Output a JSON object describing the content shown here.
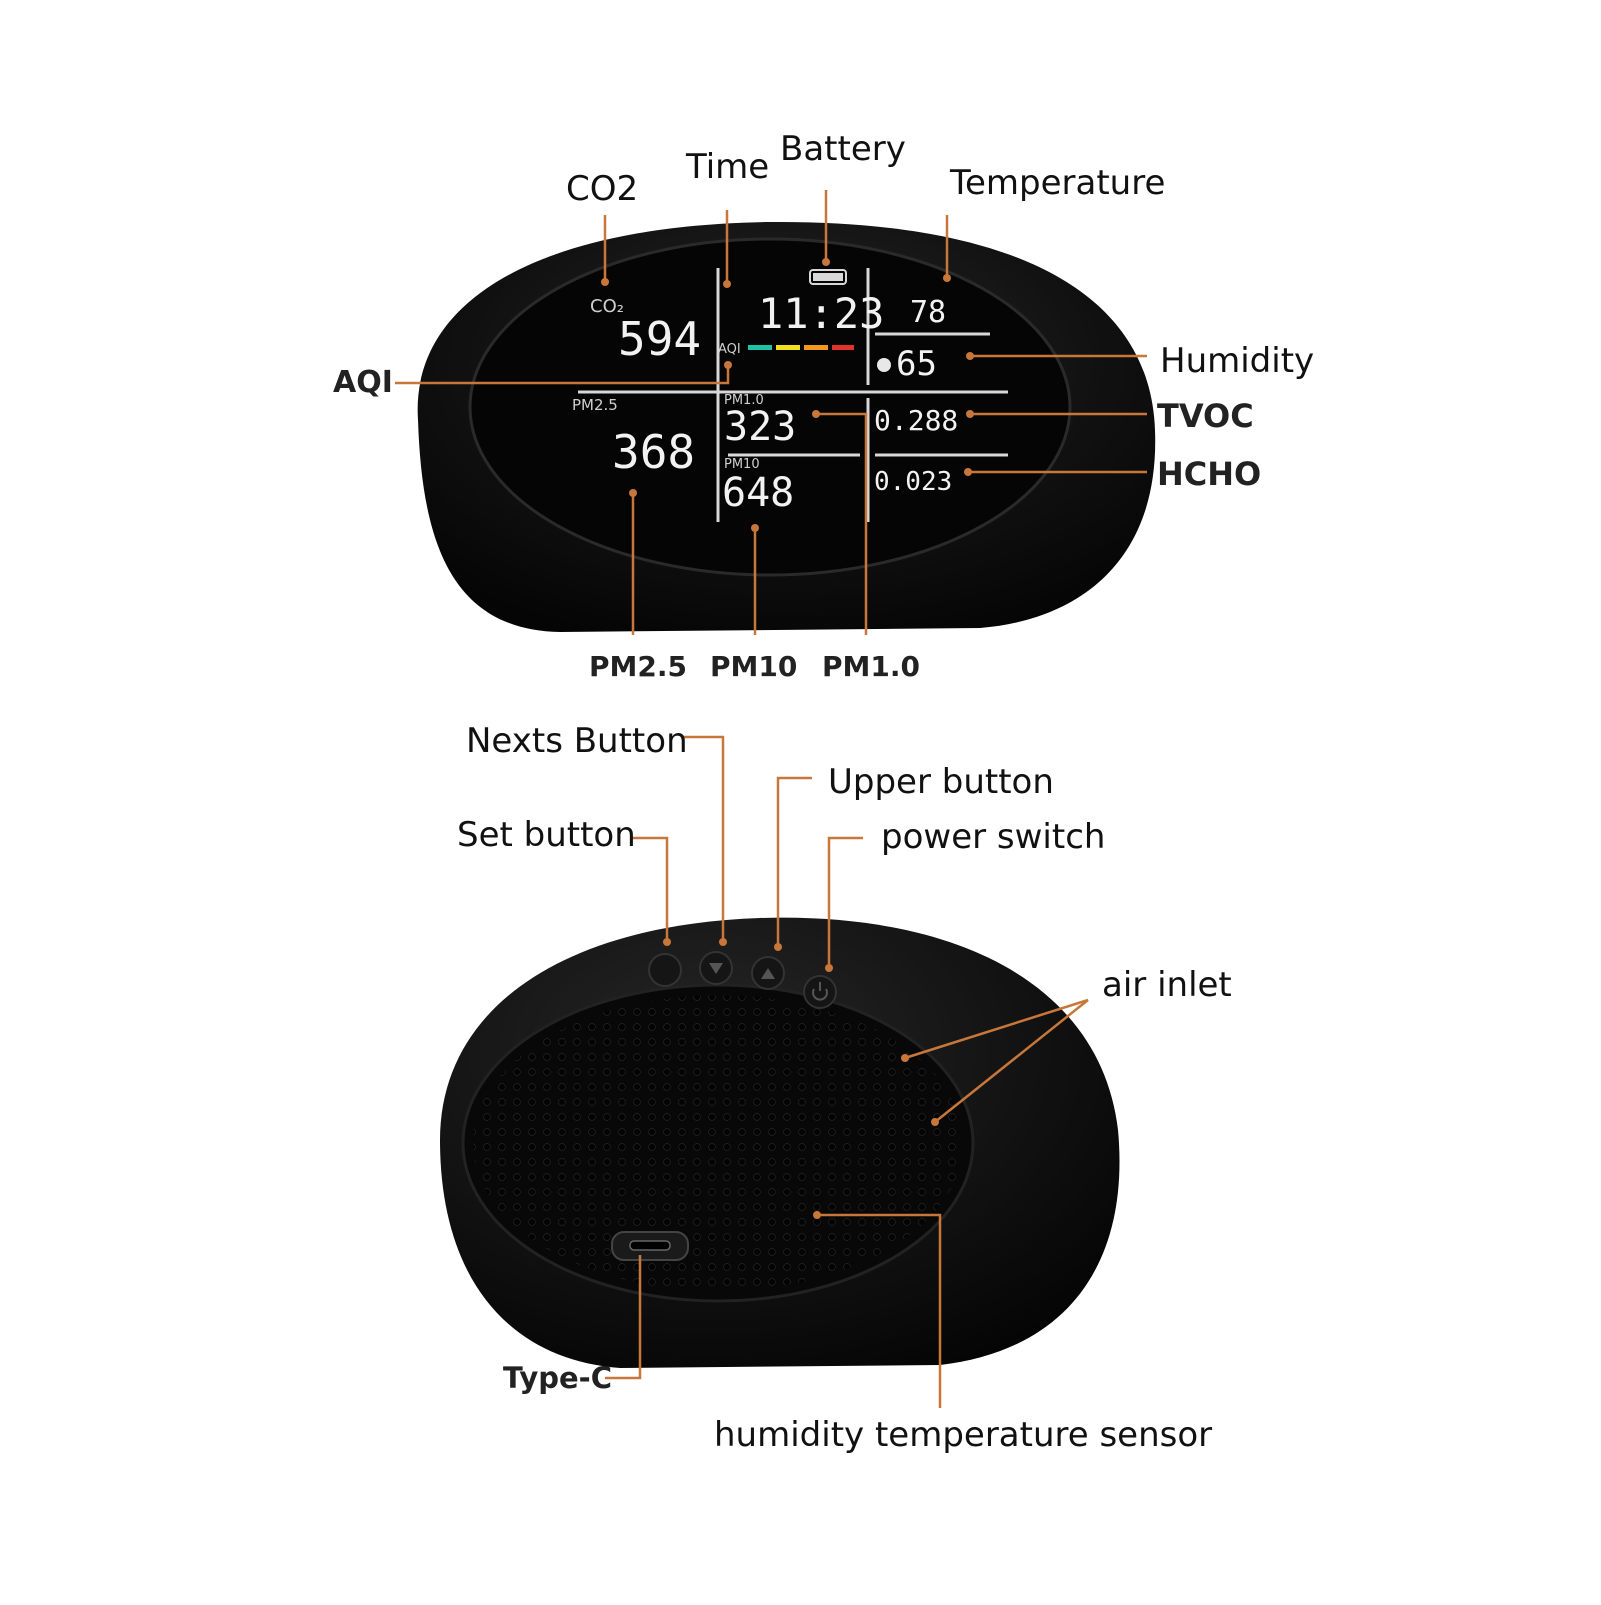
{
  "top_device": {
    "screen": {
      "co2_icon": "CO₂",
      "co2_value": "594",
      "time_value": "11:23",
      "temperature_value": "78",
      "humidity_value": "65",
      "aqi_tag": "AQI",
      "pm25_tag": "PM2.5",
      "pm25_value": "368",
      "pm1_tag": "PM1.0",
      "pm1_value": "323",
      "pm10_tag": "PM10",
      "pm10_value": "648",
      "tvoc_value": "0.288",
      "hcho_value": "0.023",
      "aqi_bar_colors": [
        "#1fc2a6",
        "#f0e020",
        "#f39a1e",
        "#e0332a"
      ]
    },
    "callouts": {
      "co2": "CO2",
      "time": "Time",
      "battery": "Battery",
      "temperature": "Temperature",
      "humidity": "Humidity",
      "aqi": "AQI",
      "tvoc": "TVOC",
      "hcho": "HCHO",
      "pm25": "PM2.5",
      "pm10": "PM10",
      "pm1": "PM1.0"
    }
  },
  "bottom_device": {
    "callouts": {
      "nexts_button": "Nexts Button",
      "upper_button": "Upper button",
      "set_button": "Set button",
      "power_switch": "power switch",
      "air_inlet": "air inlet",
      "type_c": "Type-C",
      "humidity_temperature_sensor": "humidity temperature sensor"
    }
  },
  "colors": {
    "leader_line": "#c8773a",
    "device_body": "#0c0c0c",
    "screen": "#050505"
  }
}
